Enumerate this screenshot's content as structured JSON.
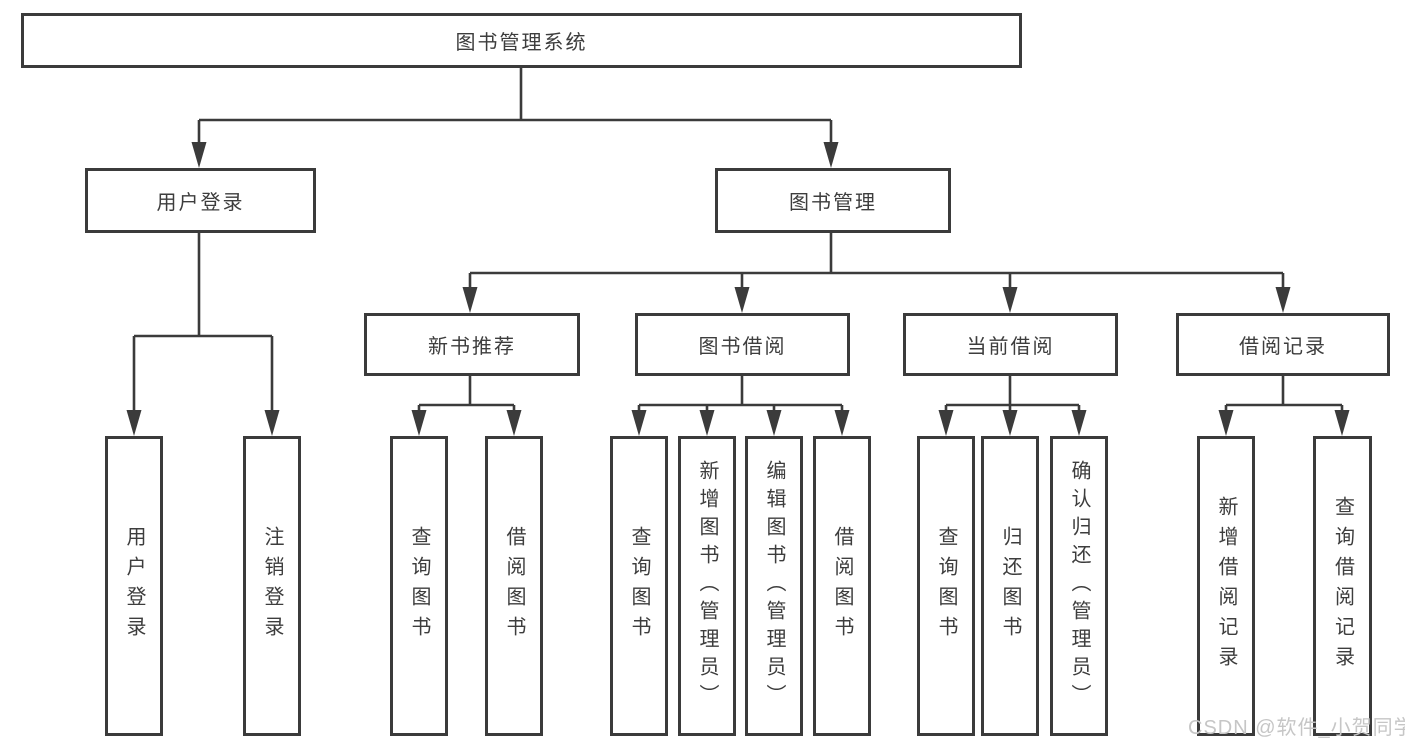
{
  "diagram": {
    "type": "org-tree",
    "title": "图书管理系统",
    "watermark": "CSDN @软件_小贺同学",
    "colors": {
      "line": "#3b3b3b",
      "text": "#3d3d3d",
      "watermark": "#c6c6c6",
      "background": "#ffffff"
    },
    "tree": {
      "root": "图书管理系统",
      "branches": [
        {
          "label": "用户登录",
          "children": [
            "用户登录",
            "注销登录"
          ]
        },
        {
          "label": "图书管理",
          "children": [
            {
              "label": "新书推荐",
              "children": [
                "查询图书",
                "借阅图书"
              ]
            },
            {
              "label": "图书借阅",
              "children": [
                "查询图书",
                "新增图书（管理员）",
                "编辑图书（管理员）",
                "借阅图书"
              ]
            },
            {
              "label": "当前借阅",
              "children": [
                "查询图书",
                "归还图书",
                "确认归还（管理员）"
              ]
            },
            {
              "label": "借阅记录",
              "children": [
                "新增借阅记录",
                "查询借阅记录"
              ]
            }
          ]
        }
      ]
    }
  }
}
